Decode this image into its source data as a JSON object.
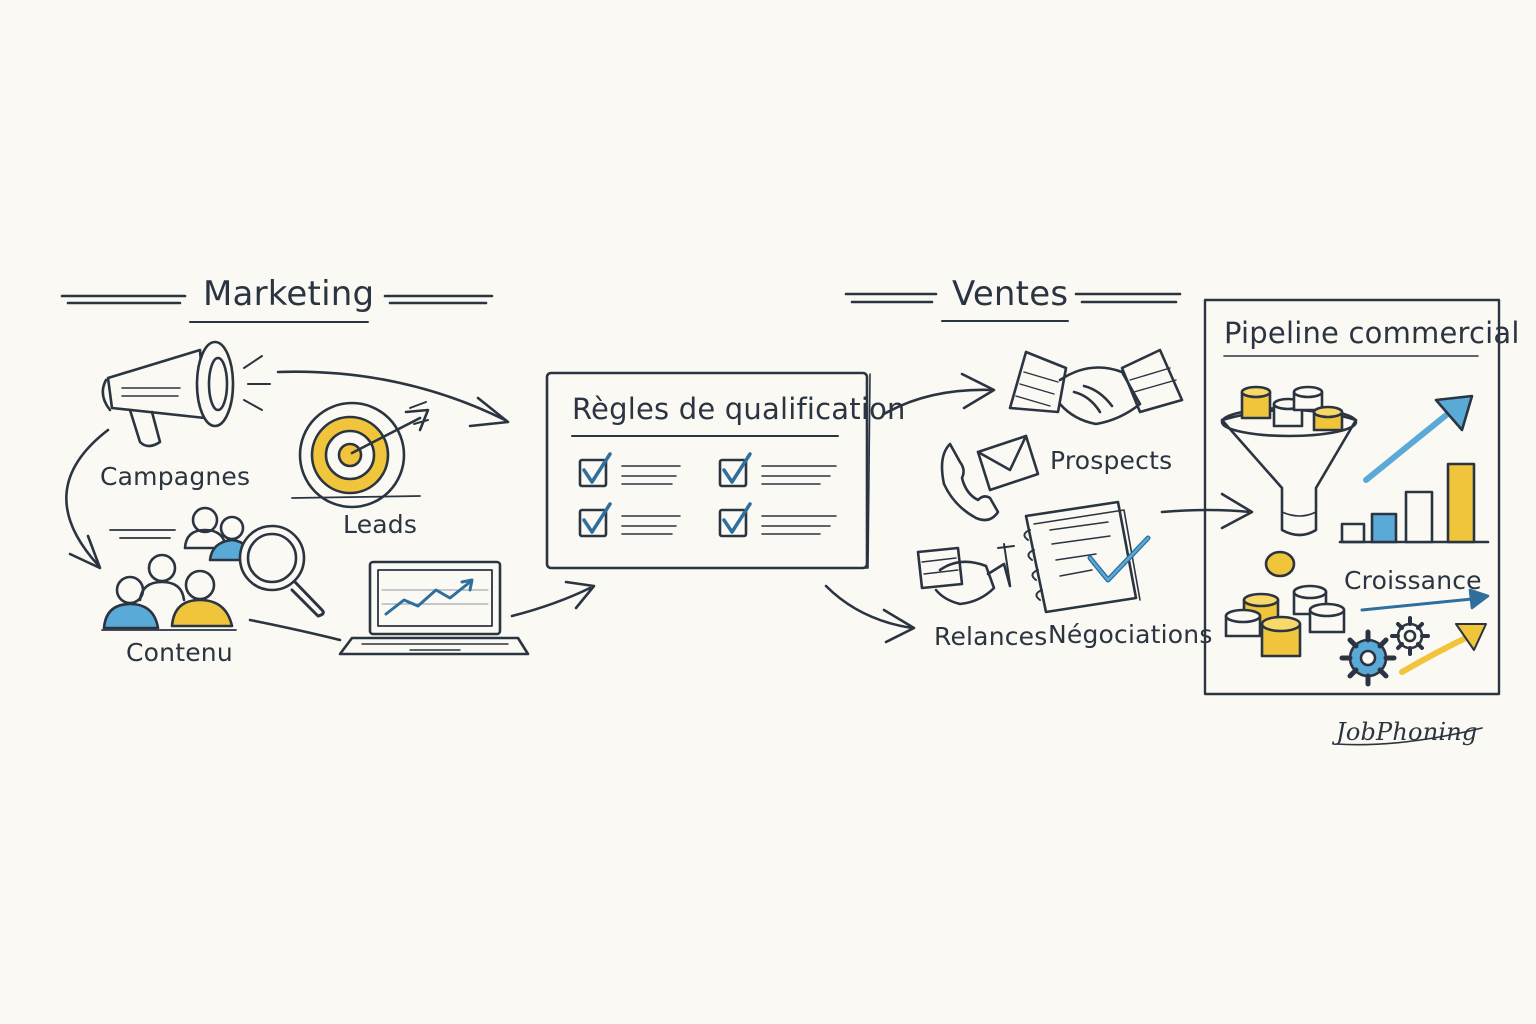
{
  "sections": {
    "marketing": {
      "title": "Marketing"
    },
    "ventes": {
      "title": "Ventes"
    }
  },
  "marketing_items": {
    "campagnes": "Campagnes",
    "leads": "Leads",
    "contenu": "Contenu"
  },
  "qualification": {
    "title": "Règles de qualification"
  },
  "ventes_items": {
    "prospects": "Prospects",
    "relances": "Relances",
    "negociations": "Négociations"
  },
  "pipeline": {
    "title": "Pipeline commercial",
    "croissance": "Croissance"
  },
  "brand": "JobPhoning",
  "colors": {
    "ink": "#2b3441",
    "yellow": "#f0c53c",
    "blue": "#5aaad8",
    "dark_blue": "#2e6f9e",
    "background": "#fbf9f3"
  },
  "icons": [
    "megaphone-icon",
    "target-icon",
    "people-icon",
    "magnifier-icon",
    "laptop-icon",
    "checkbox-icon",
    "handshake-icon",
    "phone-icon",
    "envelope-icon",
    "notebook-icon",
    "funnel-icon",
    "coins-icon",
    "gear-icon",
    "bar-chart-icon",
    "arrow-icon"
  ]
}
